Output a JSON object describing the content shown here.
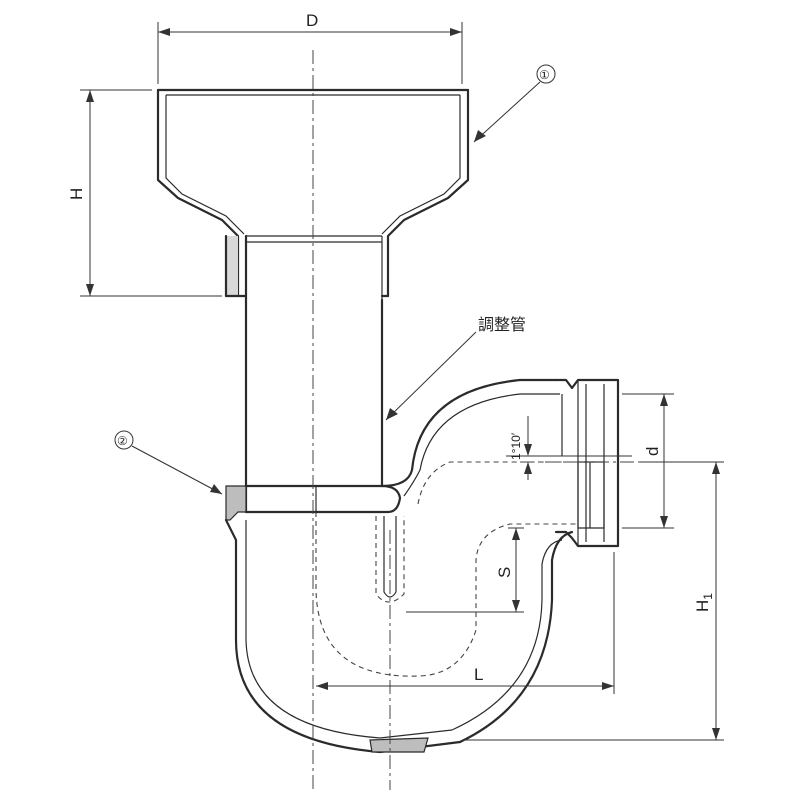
{
  "labels": {
    "D": "D",
    "H": "H",
    "H1": "H",
    "H1_sub": "1",
    "d": "d",
    "S": "S",
    "L": "L",
    "angle": "1°10′",
    "adjust_pipe": "調整管",
    "callout1": "①",
    "callout2": "②"
  }
}
